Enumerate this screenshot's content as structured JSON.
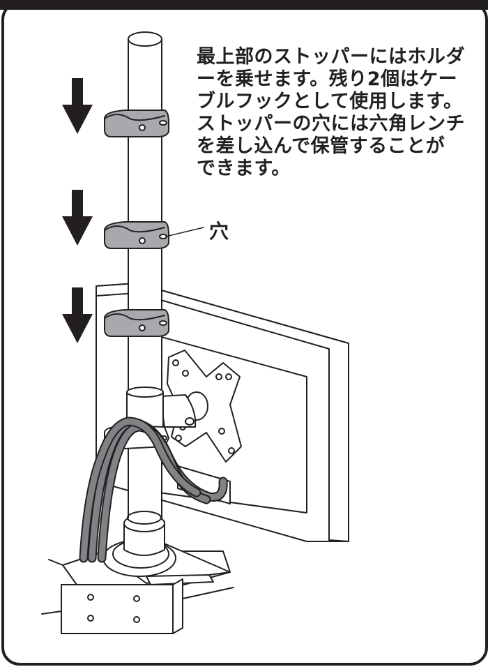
{
  "instruction": {
    "lines": [
      "最上部のストッパーにはホルダ",
      "ーを乗せます。残り2個はケー",
      "ブルフックとして使用します。",
      "ストッパーの穴には六角レンチ",
      "を差し込んで保管することが",
      "できます。"
    ]
  },
  "callouts": {
    "hole": "穴"
  },
  "colors": {
    "frame": "#231f20",
    "stopper": "#a7a9ac",
    "cable": "#808285",
    "pole": "#ffffff"
  },
  "icons": {
    "arrow": "down-arrow-icon"
  }
}
